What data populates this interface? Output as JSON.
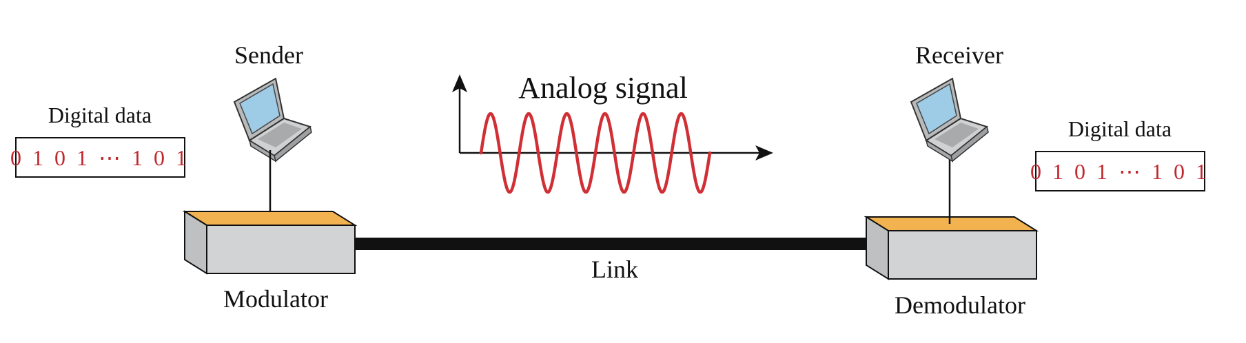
{
  "sender": {
    "label": "Sender"
  },
  "receiver": {
    "label": "Receiver"
  },
  "signal": {
    "label": "Analog signal"
  },
  "link": {
    "label": "Link"
  },
  "modulator": {
    "label": "Modulator"
  },
  "demodulator": {
    "label": "Demodulator"
  },
  "data_left": {
    "caption": "Digital data",
    "bits": "0 1 0 1 ⋯ 1 0 1"
  },
  "data_right": {
    "caption": "Digital data",
    "bits": "0 1 0 1 ⋯ 1 0 1"
  },
  "colors": {
    "wave": "#d03035",
    "bits": "#c0282e",
    "box_top": "#f2b24f",
    "box_front": "#d2d3d5",
    "box_side": "#bfc0c2",
    "screen": "#9ecbe6",
    "laptop_body": "#c9cacc",
    "link": "#111111"
  }
}
